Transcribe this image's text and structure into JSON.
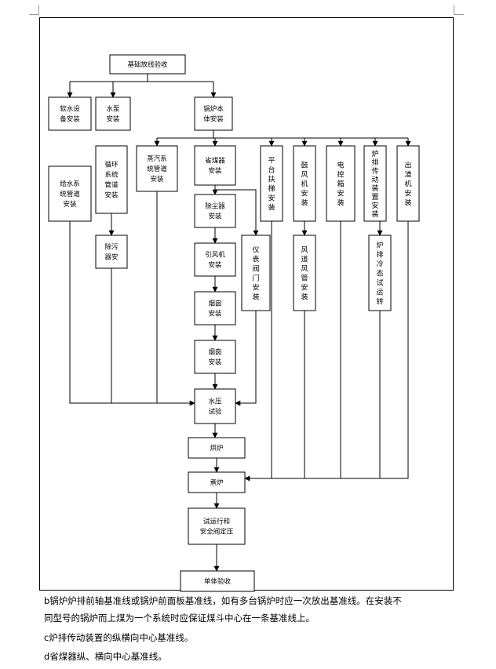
{
  "flowchart": {
    "nodes": [
      {
        "id": "jichu",
        "label": "基础放线验收"
      },
      {
        "id": "ruanshui",
        "label": "软水设\n备安装"
      },
      {
        "id": "shuibeng",
        "label": "水泵\n安装"
      },
      {
        "id": "guolu",
        "label": "锅炉本\n体安装"
      },
      {
        "id": "geishui",
        "label": "给水系\n统管道\n安装"
      },
      {
        "id": "xunhuan",
        "label": "循环\n系统\n管道\n安装"
      },
      {
        "id": "chuwu",
        "label": "除污\n器安"
      },
      {
        "id": "zhengqi",
        "label": "蒸汽系\n统管道\n安装"
      },
      {
        "id": "shengmei",
        "label": "省煤器\n安装"
      },
      {
        "id": "chuchen",
        "label": "除尘器\n安装"
      },
      {
        "id": "yinfeng",
        "label": "引风机\n安装"
      },
      {
        "id": "yandao",
        "label": "烟囱\n安装"
      },
      {
        "id": "yancong",
        "label": "烟囱\n安装"
      },
      {
        "id": "yibiao",
        "label": "仪表阀门安装"
      },
      {
        "id": "pingtai",
        "label": "平台扶梯安装"
      },
      {
        "id": "gufeng",
        "label": "鼓风机安装"
      },
      {
        "id": "dianqi",
        "label": "电控箱安装"
      },
      {
        "id": "lupai",
        "label": "炉排传动装置安装"
      },
      {
        "id": "chuzha",
        "label": "出渣机安装"
      },
      {
        "id": "fengdao",
        "label": "风道风管安装"
      },
      {
        "id": "lupailengtai",
        "label": "炉排冷态试运转"
      },
      {
        "id": "shuiya",
        "label": "水压\n试验"
      },
      {
        "id": "honglu",
        "label": "烘炉"
      },
      {
        "id": "zhulu",
        "label": "煮炉"
      },
      {
        "id": "shiyunxing",
        "label": "试运行和\n安全阀定压"
      },
      {
        "id": "danti",
        "label": "单体验收"
      }
    ]
  },
  "document": {
    "lines": [
      "b锅炉炉排前轴基准线或锅炉前面板基准线，如有多台锅炉时应一次放出基准线。在安装不",
      "同型号的锅炉而上煤为一个系统时应保证煤斗中心在一条基准线上。",
      "c炉排传动装置的纵横向中心基准线。",
      "d省煤器纵、横向中心基准线。"
    ]
  }
}
